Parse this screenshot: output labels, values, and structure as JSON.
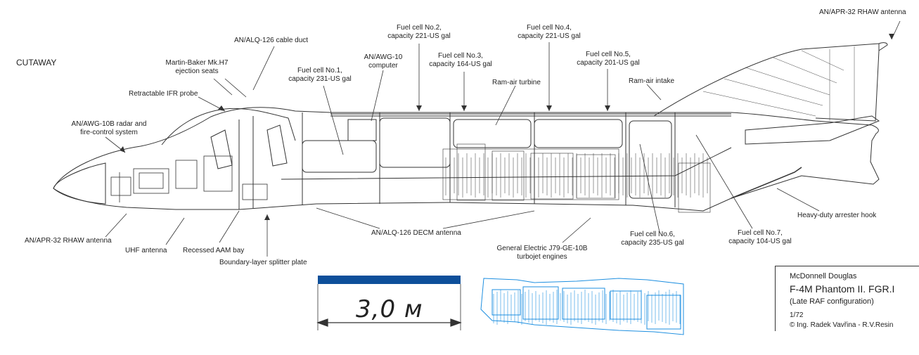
{
  "heading": "CUTAWAY",
  "labels": {
    "rhaw_top": "AN/APR-32 RHAW antenna",
    "fuel2": "Fuel cell No.2,\ncapacity 221-US gal",
    "fuel4": "Fuel cell No.4,\ncapacity 221-US gal",
    "alq126_duct": "AN/ALQ-126 cable duct",
    "awg10": "AN/AWG-10\ncomputer",
    "fuel3": "Fuel cell No.3,\ncapacity 164-US gal",
    "fuel5": "Fuel cell No.5,\ncapacity 201-US gal",
    "seats": "Martin-Baker Mk.H7\nejection seats",
    "fuel1": "Fuel cell No.1,\ncapacity 231-US gal",
    "ram_turbine": "Ram-air turbine",
    "ram_intake": "Ram-air intake",
    "ifr": "Retractable IFR probe",
    "radar": "AN/AWG-10B radar and\nfire-control system",
    "rhaw_bottom": "AN/APR-32 RHAW antenna",
    "uhf": "UHF antenna",
    "aam_bay": "Recessed AAM bay",
    "splitter": "Boundary-layer splitter plate",
    "decm": "AN/ALQ-126 DECM antenna",
    "engines": "General Electric J79-GE-10B\nturbojet engines",
    "fuel6": "Fuel cell No.6,\ncapacity 235-US gal",
    "fuel7": "Fuel cell No.7,\ncapacity 104-US gal",
    "hook": "Heavy-duty arrester hook"
  },
  "scale": {
    "value": "3,0 м",
    "bar_color": "#0e4f9a"
  },
  "title_block": {
    "maker": "McDonnell Douglas",
    "model": "F-4M  Phantom II. FGR.I",
    "config": "(Late RAF configuration)",
    "scale": "1/72",
    "credit": "© Ing. Radek Vavřina - R.V.Resin"
  },
  "colors": {
    "line": "#333333",
    "engine_blue": "#1e8fe0",
    "bg": "#ffffff"
  }
}
